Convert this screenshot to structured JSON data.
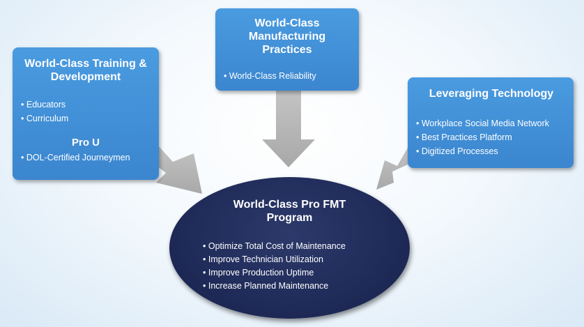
{
  "colors": {
    "box_blue": "#3b86cf",
    "ellipse_navy": "#1d2855",
    "arrow_gray": "#b3b3b3",
    "text_white": "#ffffff"
  },
  "training": {
    "title_line1": "World-Class Training &",
    "title_line2": "Development",
    "items": [
      "Educators",
      "Curriculum"
    ],
    "subheading": "Pro U",
    "sub_items": [
      "DOL-Certified Journeymen"
    ]
  },
  "manufacturing": {
    "title_line1": "World-Class",
    "title_line2": "Manufacturing",
    "title_line3": "Practices",
    "items": [
      "World-Class Reliability"
    ]
  },
  "technology": {
    "title": "Leveraging Technology",
    "items": [
      "Workplace Social Media Network",
      "Best Practices Platform",
      "Digitized Processes"
    ]
  },
  "program": {
    "title_line1": "World-Class Pro FMT",
    "title_line2": "Program",
    "items": [
      "Optimize Total Cost of Maintenance",
      "Improve Technician Utilization",
      "Improve Production Uptime",
      "Increase Planned Maintenance"
    ]
  }
}
